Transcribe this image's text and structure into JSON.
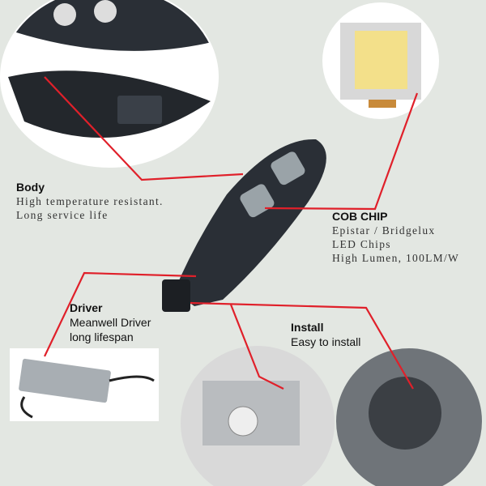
{
  "callouts": {
    "body": {
      "title": "Body",
      "lines": [
        "High temperature resistant.",
        "Long service life"
      ]
    },
    "cob": {
      "title": "COB CHIP",
      "lines": [
        "Epistar / Bridgelux",
        "LED Chips",
        "High Lumen, 100LM/W"
      ]
    },
    "driver": {
      "title": "Driver",
      "lines": [
        "Meanwell Driver",
        "long lifespan"
      ]
    },
    "install": {
      "title": "Install",
      "lines": [
        "Easy to install"
      ]
    }
  },
  "colors": {
    "background": "#e3e7e2",
    "leader_line": "#e0202a",
    "lamp_body": "#2a2f36",
    "led_chip": "#f3e08a"
  }
}
